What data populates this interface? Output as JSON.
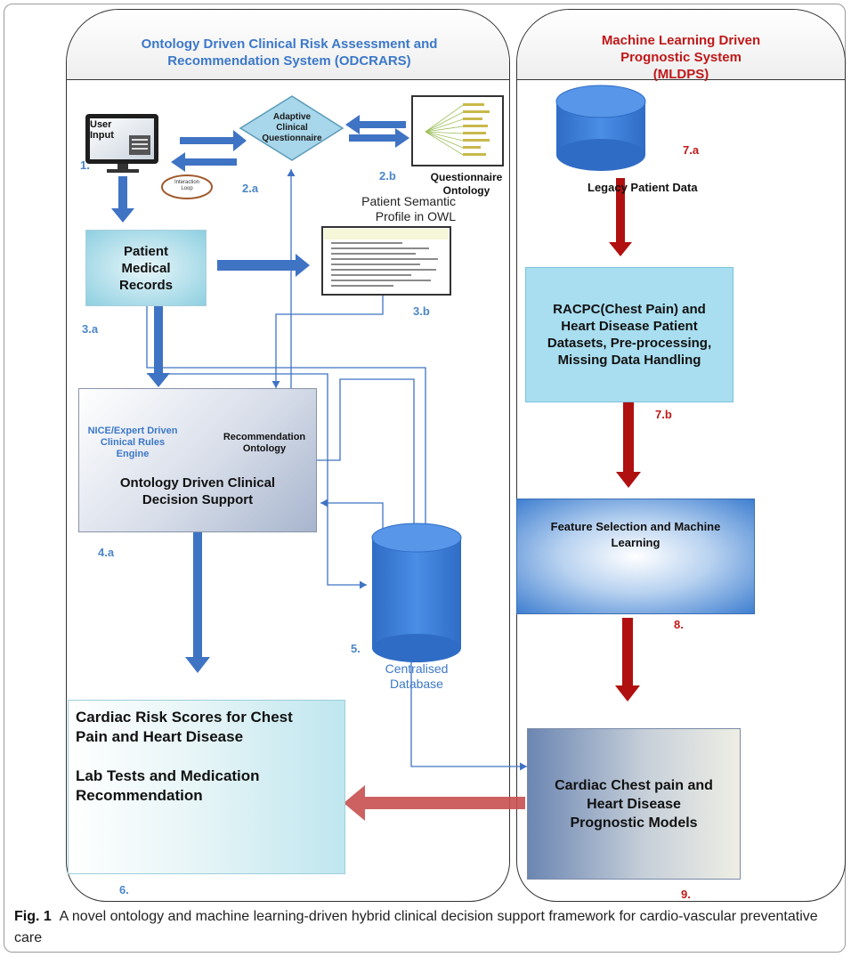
{
  "left_system": {
    "title_line1": "Ontology Driven Clinical Risk Assessment and",
    "title_line2": "Recommendation System (ODCRARS)",
    "user_input": "User Input",
    "interaction_loop_line1": "Interaction",
    "interaction_loop_line2": "Loop",
    "questionnaire_line1": "Adaptive",
    "questionnaire_line2": "Clinical",
    "questionnaire_line3": "Questionnaire",
    "questionnaire_ontology_line1": "Questionnaire",
    "questionnaire_ontology_line2": "Ontology",
    "semantic_profile_line1": "Patient Semantic",
    "semantic_profile_line2": "Profile in OWL",
    "medical_records_line1": "Patient",
    "medical_records_line2": "Medical",
    "medical_records_line3": "Records",
    "rules_engine_line1": "NICE/Expert Driven",
    "rules_engine_line2": "Clinical Rules",
    "rules_engine_line3": "Engine",
    "recommendation_ontology_line1": "Recommendation",
    "recommendation_ontology_line2": "Ontology",
    "decision_support_line1": "Ontology Driven Clinical",
    "decision_support_line2": "Decision Support",
    "database_line1": "Centralised",
    "database_line2": "Database",
    "output_line1": "Cardiac Risk Scores for Chest",
    "output_line2": "Pain and Heart Disease",
    "output_line3": "Lab Tests and Medication",
    "output_line4": "Recommendation",
    "steps": {
      "s1": "1.",
      "s2a": "2.a",
      "s2b": "2.b",
      "s3a": "3.a",
      "s3b": "3.b",
      "s4a": "4.a",
      "s5": "5.",
      "s6": "6."
    }
  },
  "right_system": {
    "title_line1": "Machine Learning Driven",
    "title_line2": "Prognostic System",
    "title_line3": "(MLDPS)",
    "legacy_data": "Legacy Patient Data",
    "datasets_line1": "RACPC(Chest Pain)  and",
    "datasets_line2": "Heart Disease Patient",
    "datasets_line3": "Datasets, Pre-processing,",
    "datasets_line4": "Missing Data Handling",
    "feature_line1": "Feature Selection and Machine",
    "feature_line2": "Learning",
    "prognostic_line1": "Cardiac Chest pain and",
    "prognostic_line2": "Heart Disease",
    "prognostic_line3": "Prognostic Models",
    "steps": {
      "s7a": "7.a",
      "s7b": "7.b",
      "s8": "8.",
      "s9": "9."
    }
  },
  "caption": {
    "label": "Fig. 1",
    "text": "A novel ontology and machine learning-driven hybrid clinical decision support framework for cardio-vascular preventative care"
  },
  "colors": {
    "blue_text": "#3c78c8",
    "red_text": "#c01818",
    "blue_arrow": "#3f73c4",
    "red_arrow": "#b01010",
    "db_blue": "#3f7fd8"
  }
}
